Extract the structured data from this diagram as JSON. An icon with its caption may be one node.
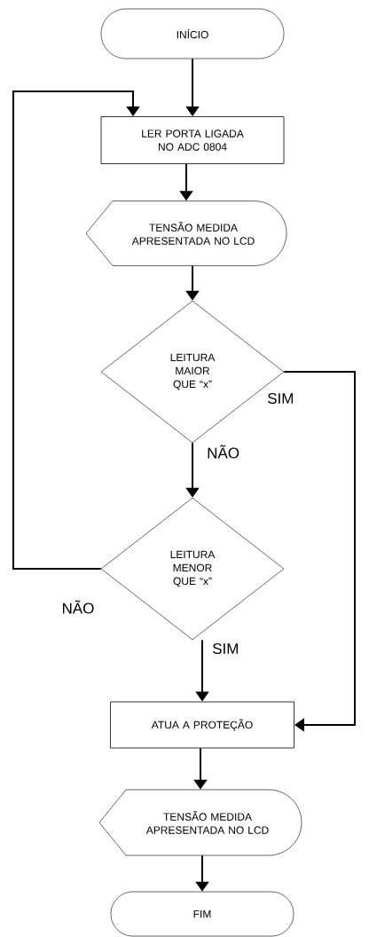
{
  "diagram": {
    "nodes": [
      {
        "text": [
          "INÍCIO"
        ]
      },
      {
        "text": [
          "LER PORTA LIGADA NO ADC 0804"
        ]
      },
      {
        "text": [
          "TENSÃO MEDIDA APRESENTADA NO LCD"
        ]
      },
      {
        "text": [
          "LEITURA MAIOR QUE “x”"
        ]
      },
      {
        "text": [
          "LEITURA MENOR QUE “x”"
        ]
      },
      {
        "text": [
          "ATUA A PROTEÇÃO"
        ]
      },
      {
        "text": [
          "TENSÃO MEDIDA APRESENTADA NO LCD"
        ]
      },
      {
        "text": [
          "FIM"
        ]
      }
    ],
    "edges": [
      {
        "from": 0,
        "to": 1,
        "arrow": "to"
      },
      {
        "from": 1,
        "to": 2,
        "arrow": "to"
      },
      {
        "from": 2,
        "to": 3,
        "arrow": "to"
      },
      {
        "from": 3,
        "to": 4,
        "arrow": "to",
        "label": "NÃO"
      },
      {
        "from": 3,
        "to": 5,
        "arrow": "to",
        "label": "SIM"
      },
      {
        "from": 4,
        "to": 1,
        "arrow": "to",
        "label": "NÃO"
      },
      {
        "from": 4,
        "to": 5,
        "arrow": "to",
        "label": "SIM"
      },
      {
        "from": 5,
        "to": 6,
        "arrow": "to"
      },
      {
        "from": 6,
        "to": 7,
        "arrow": "to"
      }
    ]
  }
}
